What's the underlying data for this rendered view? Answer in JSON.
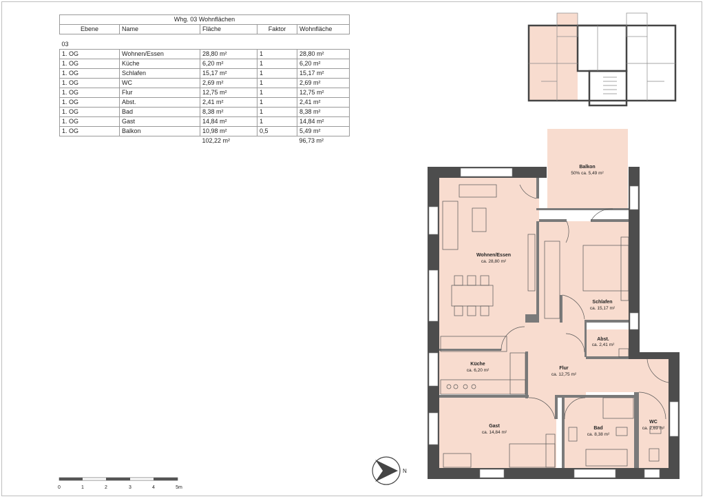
{
  "table": {
    "title": "Whg. 03 Wohnflächen",
    "headers": [
      "Ebene",
      "Name",
      "Fläche",
      "Faktor",
      "Wohnfläche"
    ],
    "group": "03",
    "rows": [
      {
        "ebene": "1. OG",
        "name": "Wohnen/Essen",
        "flaeche": "28,80 m²",
        "faktor": "1",
        "wohnflaeche": "28,80 m²"
      },
      {
        "ebene": "1. OG",
        "name": "Küche",
        "flaeche": "6,20 m²",
        "faktor": "1",
        "wohnflaeche": "6,20 m²"
      },
      {
        "ebene": "1. OG",
        "name": "Schlafen",
        "flaeche": "15,17 m²",
        "faktor": "1",
        "wohnflaeche": "15,17 m²"
      },
      {
        "ebene": "1. OG",
        "name": "WC",
        "flaeche": "2,69 m²",
        "faktor": "1",
        "wohnflaeche": "2,69 m²"
      },
      {
        "ebene": "1. OG",
        "name": "Flur",
        "flaeche": "12,75 m²",
        "faktor": "1",
        "wohnflaeche": "12,75 m²"
      },
      {
        "ebene": "1. OG",
        "name": "Abst.",
        "flaeche": "2,41 m²",
        "faktor": "1",
        "wohnflaeche": "2,41 m²"
      },
      {
        "ebene": "1. OG",
        "name": "Bad",
        "flaeche": "8,38 m²",
        "faktor": "1",
        "wohnflaeche": "8,38 m²"
      },
      {
        "ebene": "1. OG",
        "name": "Gast",
        "flaeche": "14,84 m²",
        "faktor": "1",
        "wohnflaeche": "14,84 m²"
      },
      {
        "ebene": "1. OG",
        "name": "Balkon",
        "flaeche": "10,98 m²",
        "faktor": "0,5",
        "wohnflaeche": "5,49 m²"
      }
    ],
    "total_flaeche": "102,22 m²",
    "total_wohnflaeche": "96,73 m²"
  },
  "rooms": {
    "balkon": {
      "name": "Balkon",
      "area": "50% ca. 5,49 m²"
    },
    "wohnen": {
      "name": "Wohnen/Essen",
      "area": "ca. 28,80 m²"
    },
    "schlafen": {
      "name": "Schlafen",
      "area": "ca. 15,17 m²"
    },
    "abst": {
      "name": "Abst.",
      "area": "ca. 2,41 m²"
    },
    "kueche": {
      "name": "Küche",
      "area": "ca. 6,20 m²"
    },
    "flur": {
      "name": "Flur",
      "area": "ca. 12,75 m²"
    },
    "gast": {
      "name": "Gast",
      "area": "ca. 14,84 m²"
    },
    "bad": {
      "name": "Bad",
      "area": "ca. 8,38 m²"
    },
    "wc": {
      "name": "WC",
      "area": "ca. 2,69 m²"
    }
  },
  "scale_bar": {
    "labels": [
      "0",
      "1",
      "2",
      "3",
      "4",
      "5m"
    ]
  },
  "north_arrow": {
    "label": "N"
  },
  "colors": {
    "room_fill": "#f8dccf",
    "wall": "#4d4d4d",
    "line": "#555555"
  }
}
